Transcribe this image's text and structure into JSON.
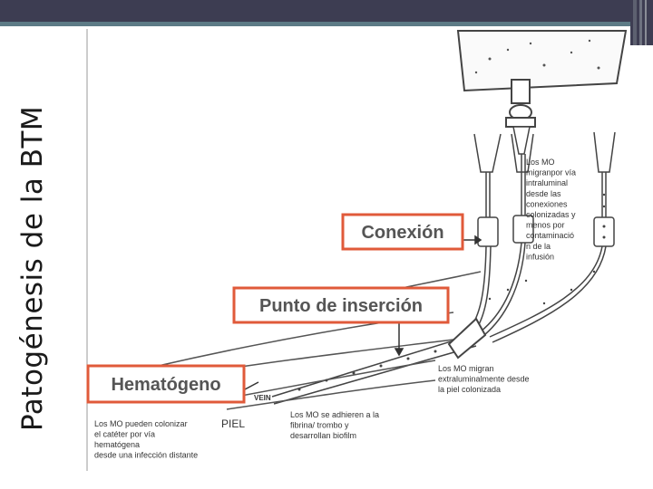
{
  "slide": {
    "title": "Patogénesis de la BTM"
  },
  "diagram": {
    "boxes": {
      "conexion": "Conexión",
      "insercion": "Punto de inserción",
      "hematogeno": "Hematógeno"
    },
    "labels": {
      "vein": "VEIN",
      "piel": "PIEL"
    },
    "notes": {
      "conexion_note": [
        "Los MO",
        "migranpor vía",
        "intraluminal",
        "desde las",
        "conexiones",
        "colonizadas y",
        "menos por",
        "contaminació",
        "n de la",
        "infusión"
      ],
      "extraluminal_note": [
        "Los MO migran",
        "extraluminalmente desde",
        "la piel colonizada"
      ],
      "fibrina_note": [
        "Los MO se adhieren a la",
        "fibrina/ trombo y",
        "desarrollan biofilm"
      ],
      "hematogeno_note": [
        "Los MO pueden colonizar",
        "el catéter por vía",
        "hematógena",
        "desde una infección distante"
      ]
    },
    "colors": {
      "box_border": "#e05a3a",
      "topbar": "#3d3d52",
      "accent": "#5d7b86"
    }
  }
}
